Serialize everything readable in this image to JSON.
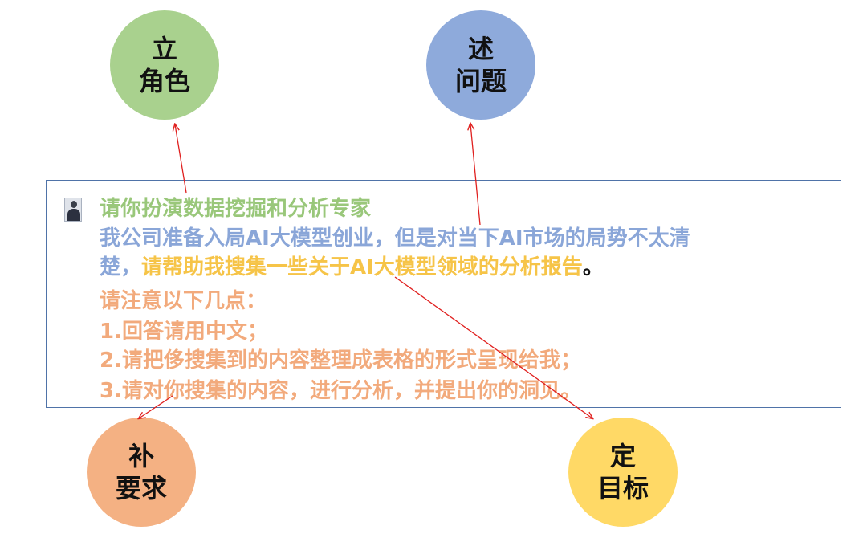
{
  "colors": {
    "green": "#99c77a",
    "blue": "#8aa6d8",
    "yellow": "#f6c448",
    "orange": "#f2aa7c",
    "black": "#111111",
    "arrow_red": "#e0201f",
    "box_border": "#4f73a8"
  },
  "circles": {
    "role": {
      "line1": "立",
      "line2": "角色",
      "color": "#a9d18e"
    },
    "problem": {
      "line1": "述",
      "line2": "问题",
      "color": "#8eaadb"
    },
    "require": {
      "line1": "补",
      "line2": "要求",
      "color": "#f4b183"
    },
    "goal": {
      "line1": "定",
      "line2": "目标",
      "color": "#ffd966"
    }
  },
  "prompt": {
    "avatar_icon": "user-avatar-icon",
    "line1": "请你扮演数据挖掘和分析专家",
    "line2": "我公司准备入局AI大模型创业，但是对当下AI市场的局势不太清",
    "line3_part1": "楚，",
    "line3_part2": "请帮助我搜集一些关于AI大模型领域的分析报告",
    "line3_part3": "。",
    "line4": "请注意以下几点：",
    "line5": "1.回答请用中文；",
    "line6": "2.请把侈搜集到的内容整理成表格的形式呈现给我；",
    "line7": "3.请对你搜集的内容，进行分析，并提出你的洞见。"
  }
}
